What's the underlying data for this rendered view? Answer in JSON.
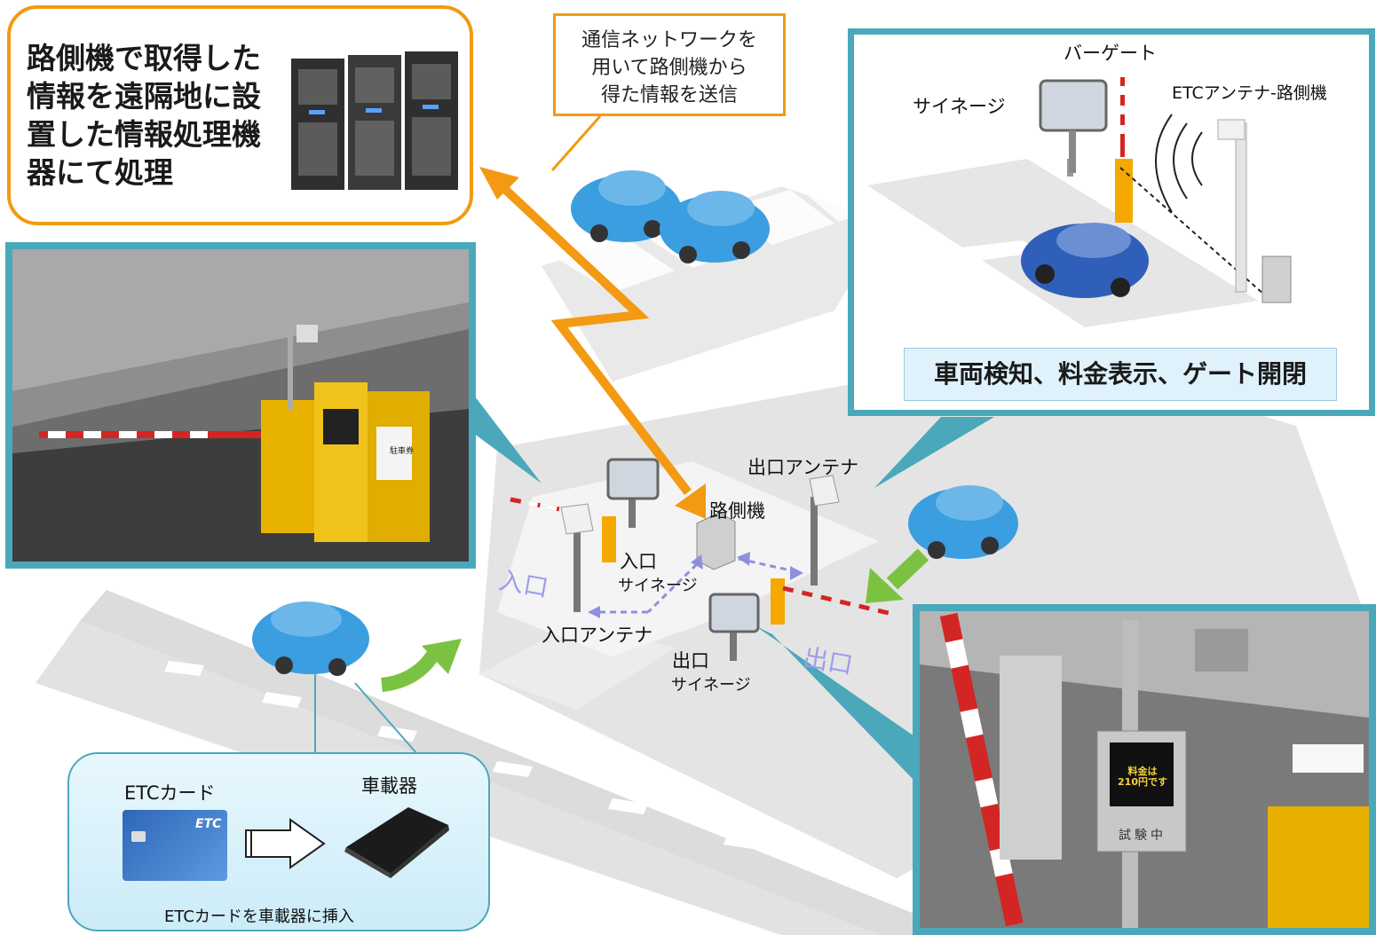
{
  "info_box": {
    "text": "路側機で取得した情報を遠隔地に設置した情報処理機器にて処理"
  },
  "network_note": {
    "lines": [
      "通信ネットワークを",
      "用いて路側機から",
      "得た情報を送信"
    ]
  },
  "overview": {
    "barrier_gate": "バーゲート",
    "signage": "サイネージ",
    "etc_antenna": "ETCアンテナ-路側機",
    "caption": "車両検知、料金表示、ゲート開閉"
  },
  "labels": {
    "roadside_unit": "路側機",
    "exit_antenna": "出口アンテナ",
    "entrance": "入口",
    "entrance_signage": "サイネージ",
    "entrance_antenna": "入口アンテナ",
    "exit": "出口",
    "exit_signage": "サイネージ",
    "lane_entrance": "入口",
    "lane_exit": "出口"
  },
  "etc_panel": {
    "card_label": "ETCカード",
    "onboard_label": "車載器",
    "caption": "ETCカードを車載器に挿入",
    "card_brand": "ETC"
  },
  "photo_exit": {
    "screen_line1": "料金は",
    "screen_line2": "210円です",
    "status_sign": "試験中"
  },
  "photo_entrance": {
    "sign_text": "駐車券"
  },
  "colors": {
    "accent_orange": "#f39a12",
    "frame_teal": "#4ba8bb",
    "car_blue": "#3a9ee0",
    "arrow_green": "#7cc242",
    "dashed_link": "#8f8fe0"
  }
}
